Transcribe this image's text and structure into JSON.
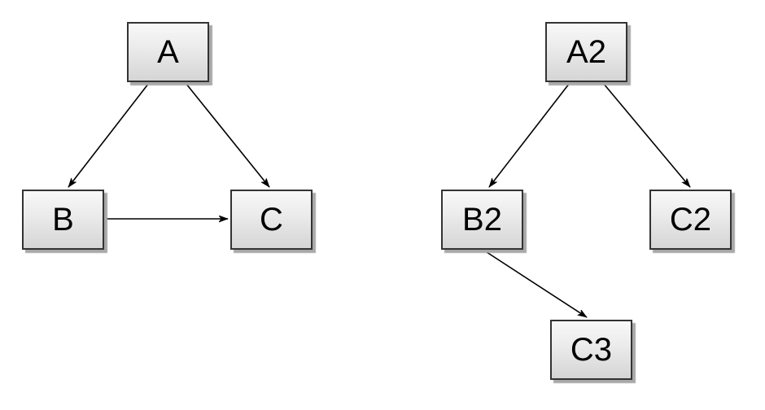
{
  "diagram": {
    "background_color": "#ffffff",
    "node_style": {
      "fill_top": "#f8f8f8",
      "fill_bottom": "#d5d5d5",
      "border_color": "#333333",
      "shadow_color": "#a8a8a8",
      "text_color": "#000000"
    },
    "edge_style": {
      "line_color": "#000000",
      "arrowhead": "classic"
    },
    "graphs": [
      {
        "name": "left-graph",
        "nodes": [
          {
            "id": "A",
            "label": "A"
          },
          {
            "id": "B",
            "label": "B"
          },
          {
            "id": "C",
            "label": "C"
          }
        ],
        "edges": [
          {
            "from": "A",
            "to": "B"
          },
          {
            "from": "A",
            "to": "C"
          },
          {
            "from": "B",
            "to": "C"
          }
        ]
      },
      {
        "name": "right-graph",
        "nodes": [
          {
            "id": "A2",
            "label": "A2"
          },
          {
            "id": "B2",
            "label": "B2"
          },
          {
            "id": "C2",
            "label": "C2"
          },
          {
            "id": "C3",
            "label": "C3"
          }
        ],
        "edges": [
          {
            "from": "A2",
            "to": "B2"
          },
          {
            "from": "A2",
            "to": "C2"
          },
          {
            "from": "B2",
            "to": "C3"
          }
        ]
      }
    ]
  }
}
